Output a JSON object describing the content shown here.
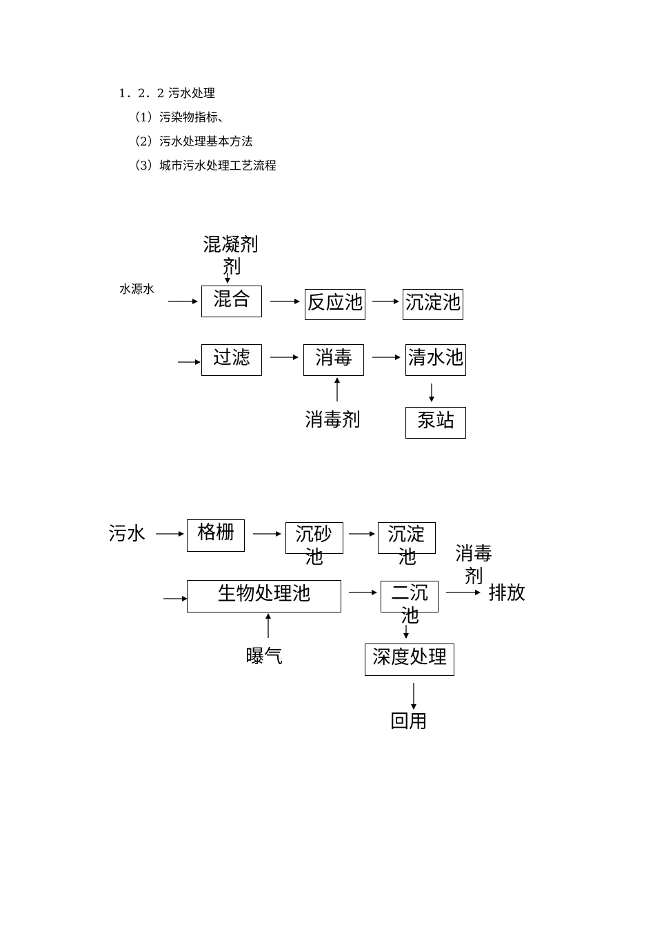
{
  "heading": {
    "section": "1．2．2 污水处理",
    "items": [
      "（1）污染物指标、",
      "（2）污水处理基本方法",
      "（3）城市污水处理工艺流程"
    ]
  },
  "water_flow": {
    "coagulant_line1": "混凝剂",
    "coagulant_line2": "剂",
    "source": "水源水",
    "mix": "混合",
    "reaction": "反应池",
    "sediment": "沉淀池",
    "filter": "过滤",
    "disinfect": "消毒",
    "clear_well": "清水池",
    "disinfectant": "消毒剂",
    "pump": "泵站"
  },
  "sewage_flow": {
    "sewage": "污水",
    "screen": "格栅",
    "grit_line1": "沉砂",
    "grit_line2": "池",
    "primary_line1": "沉淀",
    "primary_line2": "池",
    "disinfectant_line1": "消毒",
    "disinfectant_line2": "剂",
    "bio": "生物处理池",
    "secondary_line1": "二沉",
    "secondary_line2": "池",
    "discharge": "排放",
    "aeration": "曝气",
    "advanced": "深度处理",
    "reuse": "回用"
  }
}
